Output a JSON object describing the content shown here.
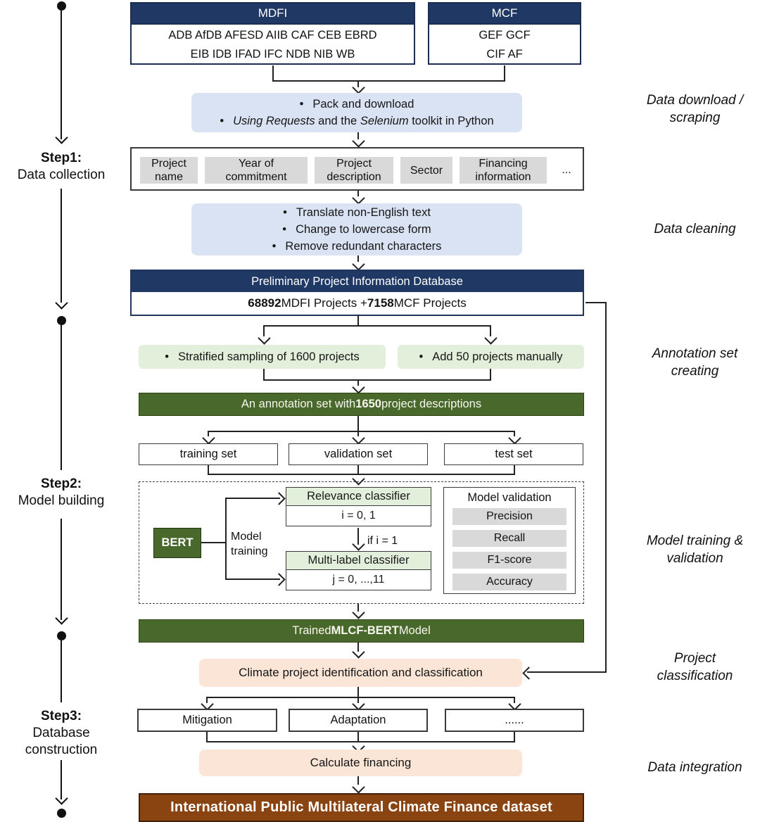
{
  "bullet_char": "•",
  "colors": {
    "navy": "#1f3864",
    "light_blue": "#dae3f3",
    "light_green": "#e2efda",
    "dark_green": "#49682c",
    "gray_chip": "#d9d9d9",
    "peach": "#fbe5d6",
    "brown": "#8a4412"
  },
  "timeline": {
    "steps": [
      {
        "title": "Step1:",
        "subtitle": "Data collection"
      },
      {
        "title": "Step2:",
        "subtitle": "Model building"
      },
      {
        "title": "Step3:",
        "subtitle": "Database construction"
      }
    ]
  },
  "phases": [
    {
      "lines": [
        "Data download /",
        "scraping"
      ]
    },
    {
      "lines": [
        "Data cleaning"
      ]
    },
    {
      "lines": [
        "Annotation set",
        "creating"
      ]
    },
    {
      "lines": [
        "Model training &",
        "validation"
      ]
    },
    {
      "lines": [
        "Project",
        "classification"
      ]
    },
    {
      "lines": [
        "Data integration"
      ]
    }
  ],
  "sources": {
    "mdfi": {
      "title": "MDFI",
      "line1": "ADB AfDB AFESD AIIB CAF CEB EBRD",
      "line2": "EIB IDB IFAD IFC NDB NIB WB"
    },
    "mcf": {
      "title": "MCF",
      "line1": "GEF GCF",
      "line2": "CIF AF"
    }
  },
  "download": {
    "b1": "Pack and download",
    "b2": {
      "i1": "Using Requests",
      "t1": " and the ",
      "i2": "Selenium",
      "t2": " toolkit in Python"
    }
  },
  "fields": {
    "items": [
      "Project name",
      "Year of commitment",
      "Project description",
      "Sector",
      "Financing information"
    ],
    "more": "..."
  },
  "cleaning": {
    "bullets": [
      "Translate non-English text",
      "Change to lowercase form",
      "Remove redundant characters"
    ]
  },
  "database": {
    "title": "Preliminary Project Information Database",
    "count1": "68892",
    "text1": " MDFI Projects + ",
    "count2": "7158",
    "text2": " MCF Projects"
  },
  "sampling": {
    "left": "Stratified sampling of 1600 projects",
    "right": "Add 50 projects manually"
  },
  "annotation_bar": {
    "t1": "An annotation set with ",
    "n": "1650",
    "t2": " project descriptions"
  },
  "datasets": [
    "training set",
    "validation set",
    "test set"
  ],
  "model": {
    "bert": "BERT",
    "training_label": "Model training",
    "relevance_title": "Relevance classifier",
    "relevance_value": "i = 0, 1",
    "condition": "if i = 1",
    "multilabel_title": "Multi-label classifier",
    "multilabel_value": "j = 0, ...,11",
    "validation_title": "Model validation",
    "metrics": [
      "Precision",
      "Recall",
      "F1-score",
      "Accuracy"
    ]
  },
  "trained": {
    "t1": "Trained ",
    "b": "MLCF-BERT",
    "t2": " Model"
  },
  "classification": {
    "box": "Climate project identification and classification"
  },
  "categories": [
    "Mitigation",
    "Adaptation",
    "......"
  ],
  "financing": {
    "box": "Calculate financing"
  },
  "final": {
    "title": "International Public Multilateral Climate Finance dataset"
  }
}
